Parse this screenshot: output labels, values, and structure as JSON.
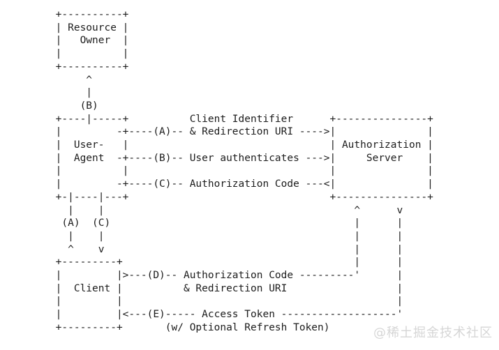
{
  "colors": {
    "background": "#ffffff",
    "diagram_text": "#1c1c1c",
    "watermark_gray": "#d6d6d6"
  },
  "diagram": {
    "lines": [
      "     +----------+",
      "     | Resource |",
      "     |   Owner  |",
      "     |          |",
      "     +----------+",
      "          ^",
      "          |",
      "         (B)",
      "     +----|-----+          Client Identifier      +---------------+",
      "     |         -+----(A)-- & Redirection URI ---->|               |",
      "     |  User-   |                                 | Authorization |",
      "     |  Agent  -+----(B)-- User authenticates --->|     Server    |",
      "     |          |                                 |               |",
      "     |         -+----(C)-- Authorization Code ---<|               |",
      "     +-|----|---+                                 +---------------+",
      "       |    |                                         ^      v",
      "      (A)  (C)                                        |      |",
      "       |    |                                         |      |",
      "       ^    v                                         |      |",
      "     +---------+                                      |      |",
      "     |         |>---(D)-- Authorization Code ---------'      |",
      "     |  Client |          & Redirection URI                  |",
      "     |         |                                             |",
      "     |         |<---(E)----- Access Token -------------------'",
      "     +---------+       (w/ Optional Refresh Token)"
    ],
    "actors": [
      {
        "name": "Resource Owner"
      },
      {
        "name": "User-Agent"
      },
      {
        "name": "Authorization Server"
      },
      {
        "name": "Client"
      }
    ],
    "steps": [
      {
        "id": "(A)",
        "label": "Client Identifier & Redirection URI"
      },
      {
        "id": "(B)",
        "label": "User authenticates"
      },
      {
        "id": "(C)",
        "label": "Authorization Code"
      },
      {
        "id": "(D)",
        "label": "Authorization Code & Redirection URI"
      },
      {
        "id": "(E)",
        "label": "Access Token (w/ Optional Refresh Token)"
      }
    ]
  },
  "watermark": {
    "text": "@稀土掘金技术社区"
  }
}
